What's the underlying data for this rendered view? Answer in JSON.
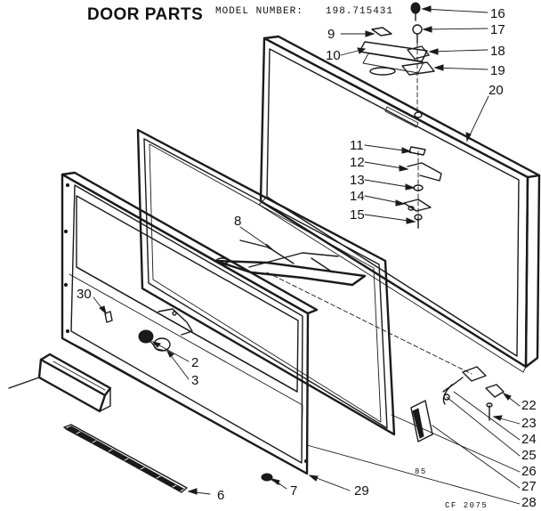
{
  "header": {
    "title": "DOOR PARTS",
    "model_label": "MODEL NUMBER:",
    "model_number": "198.715431"
  },
  "callouts": {
    "c2": "2",
    "c3": "3",
    "c6": "6",
    "c7": "7",
    "c8": "8",
    "c9": "9",
    "c10": "10",
    "c11": "11",
    "c12": "12",
    "c13": "13",
    "c14": "14",
    "c15": "15",
    "c16": "16",
    "c17": "17",
    "c18": "18",
    "c19": "19",
    "c20": "20",
    "c22": "22",
    "c23": "23",
    "c24": "24",
    "c25": "25",
    "c26": "26",
    "c27": "27",
    "c28": "28",
    "c29": "29",
    "c30": "30"
  },
  "footer": {
    "code_a": "85",
    "code_b": "CF 2075"
  }
}
